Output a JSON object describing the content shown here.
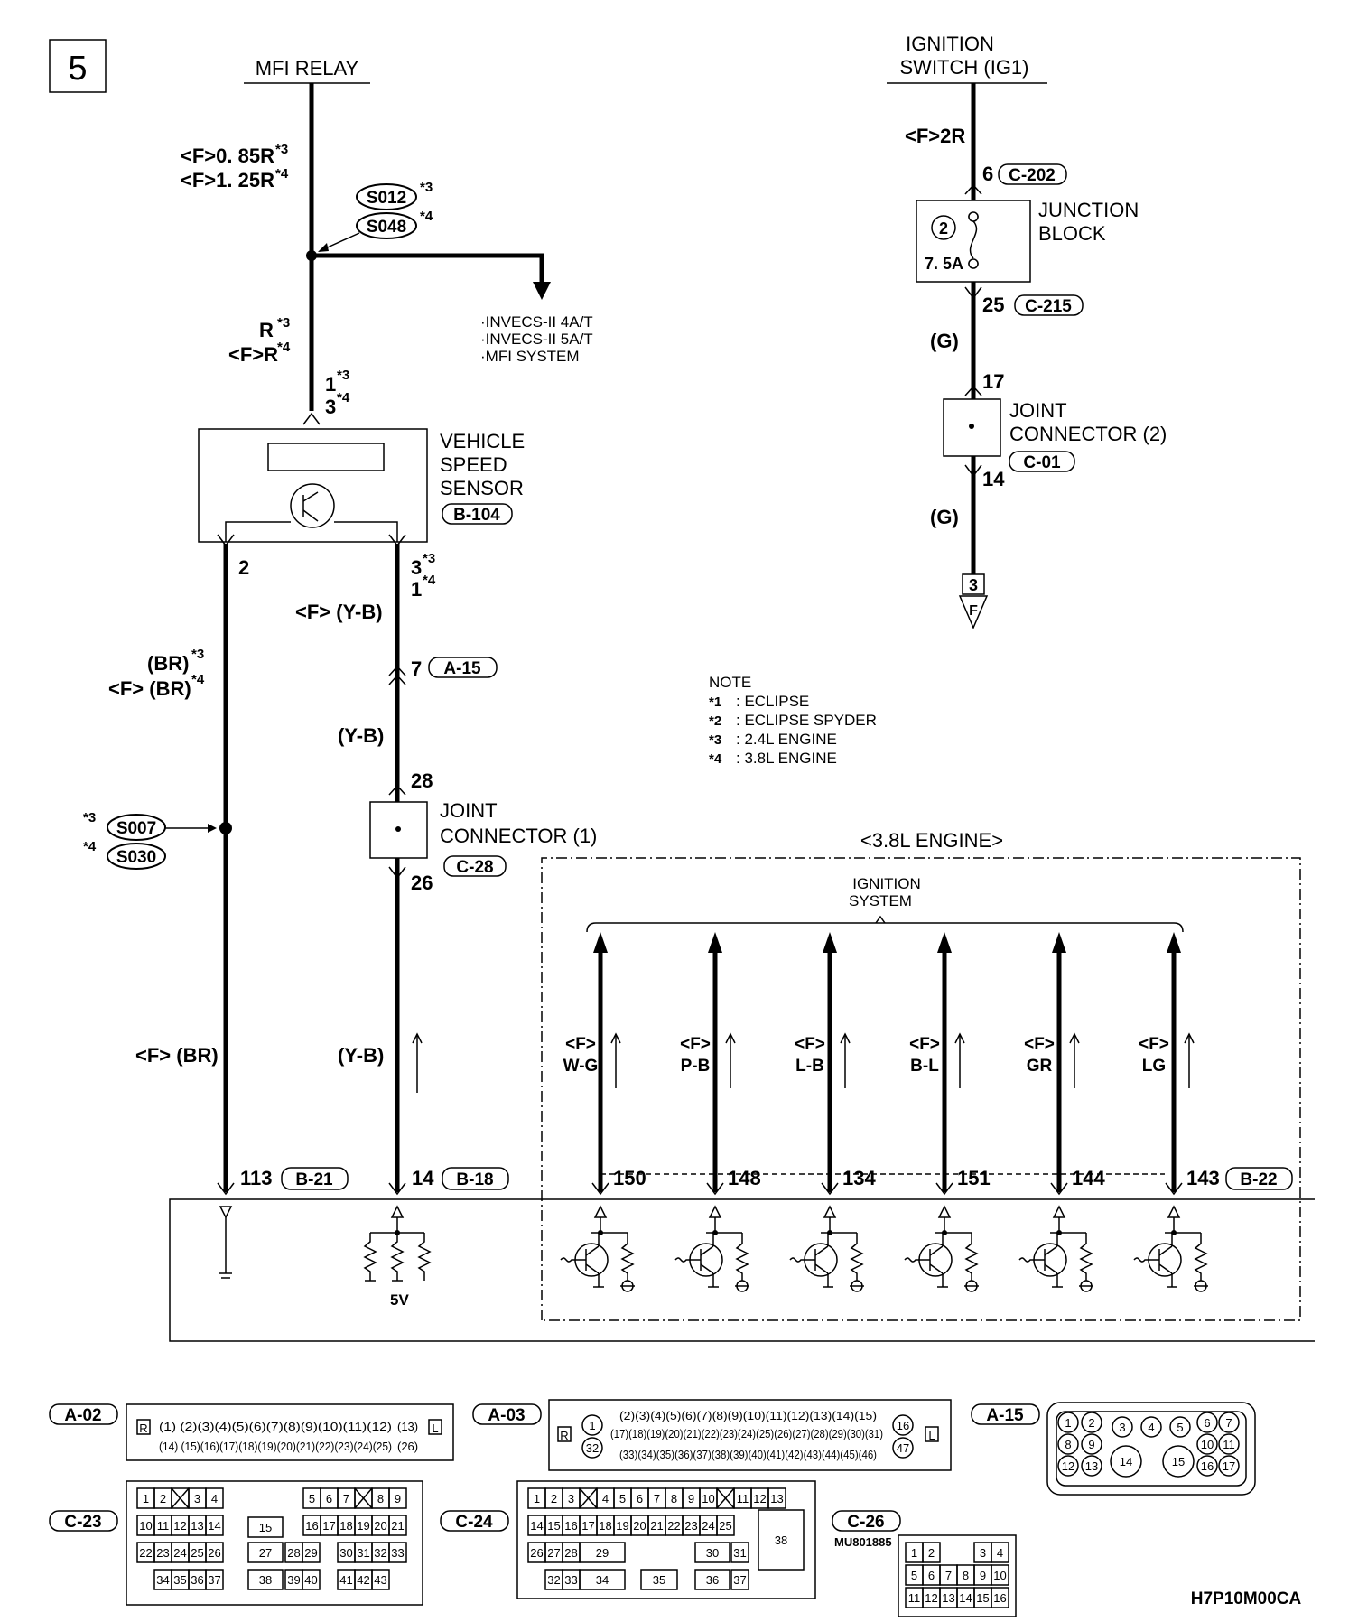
{
  "page_number": "5",
  "mfi_relay": "MFI RELAY",
  "ignition": {
    "line1": "IGNITION",
    "line2": "SWITCH (IG1)"
  },
  "relay_wire": {
    "line1": "<F>0. 85R",
    "sup1": "*3",
    "line2": "<F>1. 25R",
    "sup2": "*4"
  },
  "splice_top": {
    "a": "S012",
    "a_sup": "*3",
    "b": "S048",
    "b_sup": "*4"
  },
  "branch_dest": [
    "·INVECS-II 4A/T",
    "·INVECS-II 5A/T",
    "·MFI SYSTEM"
  ],
  "vss_wire": {
    "line1": "R",
    "sup1": "*3",
    "line2": "<F>R",
    "sup2": "*4"
  },
  "vss_pin_top": {
    "a": "1",
    "a_sup": "*3",
    "b": "3",
    "b_sup": "*4"
  },
  "vss": {
    "line1": "VEHICLE",
    "line2": "SPEED",
    "line3": "SENSOR",
    "connector": "B-104"
  },
  "vss_pin_left": "2",
  "vss_pin_right": {
    "a": "3",
    "a_sup": "*3",
    "b": "1",
    "b_sup": "*4"
  },
  "right_wire_1": "<F> (Y-B)",
  "conn_a15": {
    "pin": "7",
    "id": "A-15"
  },
  "right_wire_2": "(Y-B)",
  "joint1": {
    "pin_top": "28",
    "line1": "JOINT",
    "line2": "CONNECTOR (1)",
    "connector": "C-28",
    "pin_bottom": "26"
  },
  "right_wire_3": "(Y-B)",
  "left_wire_1": {
    "line1": "(BR)",
    "sup1": "*3",
    "line2": "<F> (BR)",
    "sup2": "*4"
  },
  "splice_left": {
    "a": "S007",
    "a_sup": "*3",
    "b": "S030",
    "b_sup": "*4"
  },
  "left_wire_2": "<F> (BR)",
  "ecm_left": {
    "pin": "113",
    "id": "B-21"
  },
  "ecm_right": {
    "pin": "14",
    "id": "B-18"
  },
  "supply_5v": "5V",
  "ign_wire_1": "<F>2R",
  "c202": {
    "pin": "6",
    "id": "C-202"
  },
  "junction": {
    "fuse_no": "2",
    "amps": "7. 5A",
    "line1": "JUNCTION",
    "line2": "BLOCK"
  },
  "c215": {
    "pin": "25",
    "id": "C-215"
  },
  "ign_wire_2": "(G)",
  "joint2": {
    "pin_top": "17",
    "line1": "JOINT",
    "line2": "CONNECTOR (2)",
    "connector": "C-01",
    "pin_bottom": "14"
  },
  "ign_wire_3": "(G)",
  "page_ref": {
    "page": "3",
    "letter": "F"
  },
  "note": {
    "title": "NOTE",
    "items": [
      {
        "mark": "*1",
        "text": ": ECLIPSE"
      },
      {
        "mark": "*2",
        "text": ": ECLIPSE SPYDER"
      },
      {
        "mark": "*3",
        "text": ": 2.4L ENGINE"
      },
      {
        "mark": "*4",
        "text": ": 3.8L ENGINE"
      }
    ]
  },
  "engine_group": {
    "title": "<3.8L ENGINE>",
    "system_line1": "IGNITION",
    "system_line2": "SYSTEM",
    "connector": "B-22"
  },
  "ignition_wires": [
    {
      "prefix": "<F>",
      "color": "W-G",
      "pin": "150"
    },
    {
      "prefix": "<F>",
      "color": "P-B",
      "pin": "148"
    },
    {
      "prefix": "<F>",
      "color": "L-B",
      "pin": "134"
    },
    {
      "prefix": "<F>",
      "color": "B-L",
      "pin": "151"
    },
    {
      "prefix": "<F>",
      "color": "GR",
      "pin": "144"
    },
    {
      "prefix": "<F>",
      "color": "LG",
      "pin": "143"
    }
  ],
  "connectors": {
    "a02": "A-02",
    "a03": "A-03",
    "a15": "A-15",
    "c23": "C-23",
    "c24": "C-24",
    "c26": "C-26",
    "c26_part": "MU801885",
    "a02_row1": "(1) (2)(3)(4)(5)(6)(7)(8)(9)(10)(11)(12)",
    "a02_row2": "(14) (15)(16)(17)(18)(19)(20)(21)(22)(23)(24)(25)",
    "a02_13": "(13)",
    "a02_26": "(26)",
    "a03_row1": "(2)(3)(4)(5)(6)(7)(8)(9)(10)(11)(12)(13)(14)(15)",
    "a03_row2": "(17)(18)(19)(20)(21)(22)(23)(24)(25)(26)(27)(28)(29)(30)(31)",
    "a03_row3": "(33)(34)(35)(36)(37)(38)(39)(40)(41)(42)(43)(44)(45)(46)",
    "R": "R",
    "L": "L"
  },
  "diagram_code": "H7P10M00CA"
}
